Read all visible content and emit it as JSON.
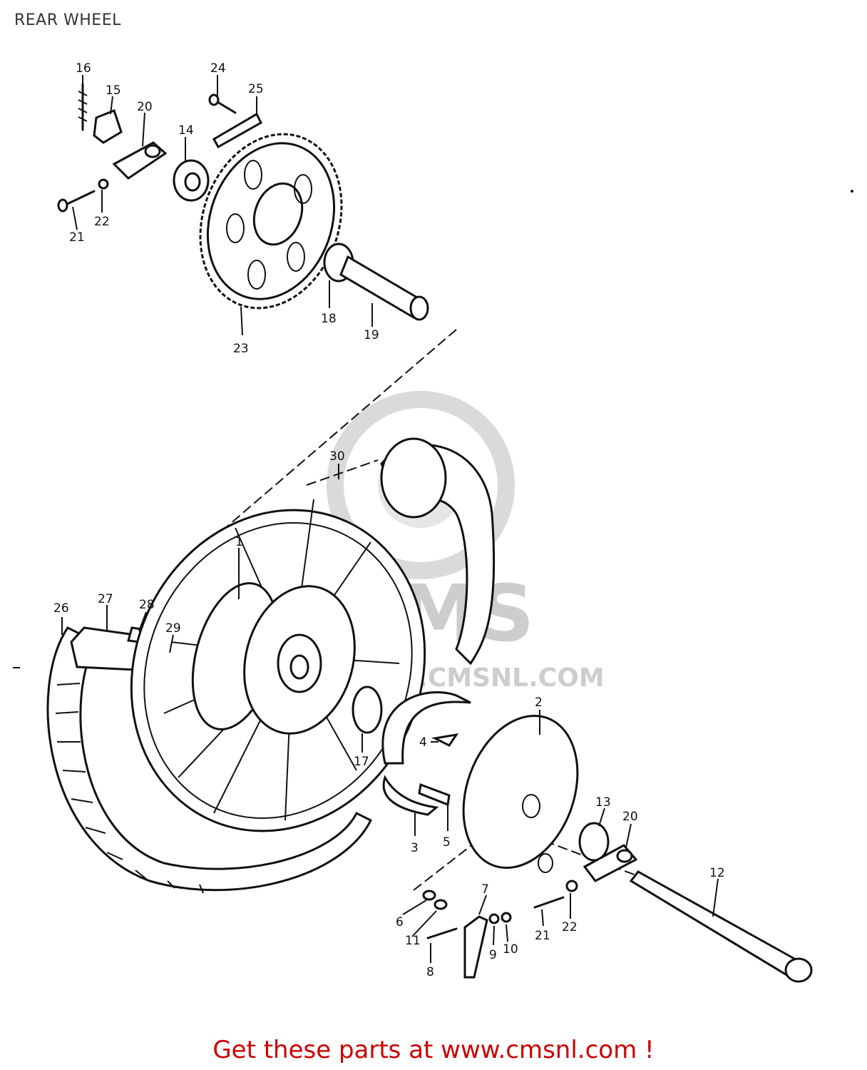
{
  "title": "REAR WHEEL",
  "footer": "Get these parts at www.cmsnl.com !",
  "watermark": {
    "brand": "CMS",
    "url": "WWW.CMSNL.COM"
  },
  "callouts": [
    "16",
    "15",
    "20",
    "24",
    "25",
    "14",
    "21",
    "22",
    "23",
    "18",
    "19",
    "30",
    "1",
    "27",
    "28",
    "26",
    "29",
    "2",
    "4",
    "17",
    "3",
    "5",
    "13",
    "20",
    "12",
    "7",
    "6",
    "11",
    "8",
    "9",
    "10",
    "21",
    "22"
  ]
}
